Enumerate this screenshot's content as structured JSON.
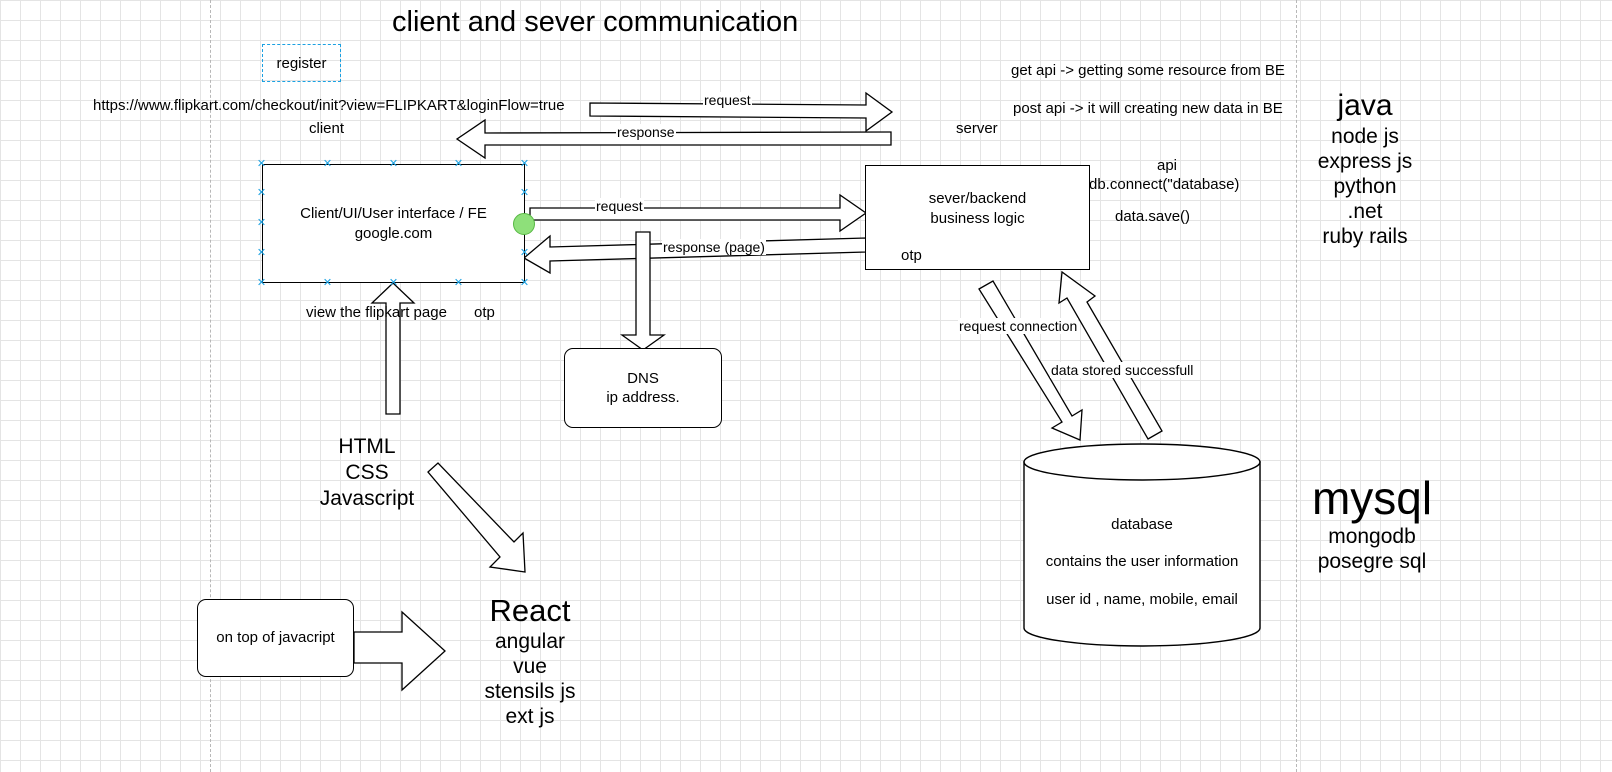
{
  "diagram": {
    "title": "client and sever communication",
    "register_label": "register",
    "url": "https://www.flipkart.com/checkout/init?view=FLIPKART&loginFlow=true",
    "client_label": "client",
    "server_label": "server",
    "top_request": "request",
    "top_response": "response",
    "get_api": "get api -> getting some resource from BE",
    "post_api": "post api -> it will creating new data in BE",
    "client_box": {
      "line1": "Client/UI/User interface / FE",
      "line2": "google.com"
    },
    "server_box": {
      "line1": "sever/backend",
      "line2": "business logic",
      "otp": "otp"
    },
    "mid_request": "request",
    "mid_response": "response (page)",
    "api_label": "api",
    "db_connect": "db.connect(\"database)",
    "data_save": "data.save()",
    "view_page": "view the flipkart page",
    "otp_client": "otp",
    "dns_box": {
      "line1": "DNS",
      "line2": "ip address."
    },
    "frontend_tech": [
      "HTML",
      "CSS",
      "Javascript"
    ],
    "request_connection": "request connection",
    "data_stored": "data stored successfull",
    "database": {
      "title": "database",
      "line2": "contains the user information",
      "line3": "user id , name, mobile, email"
    },
    "backend_langs": {
      "main": "java",
      "items": [
        "node js",
        "express js",
        "python",
        ".net",
        "ruby rails"
      ]
    },
    "db_list": {
      "main": "mysql",
      "items": [
        "mongodb",
        "posegre sql"
      ]
    },
    "frameworks": {
      "main": "React",
      "items": [
        "angular",
        "vue",
        "stensils js",
        "ext js"
      ]
    },
    "on_top_box": "on top of javacript"
  }
}
